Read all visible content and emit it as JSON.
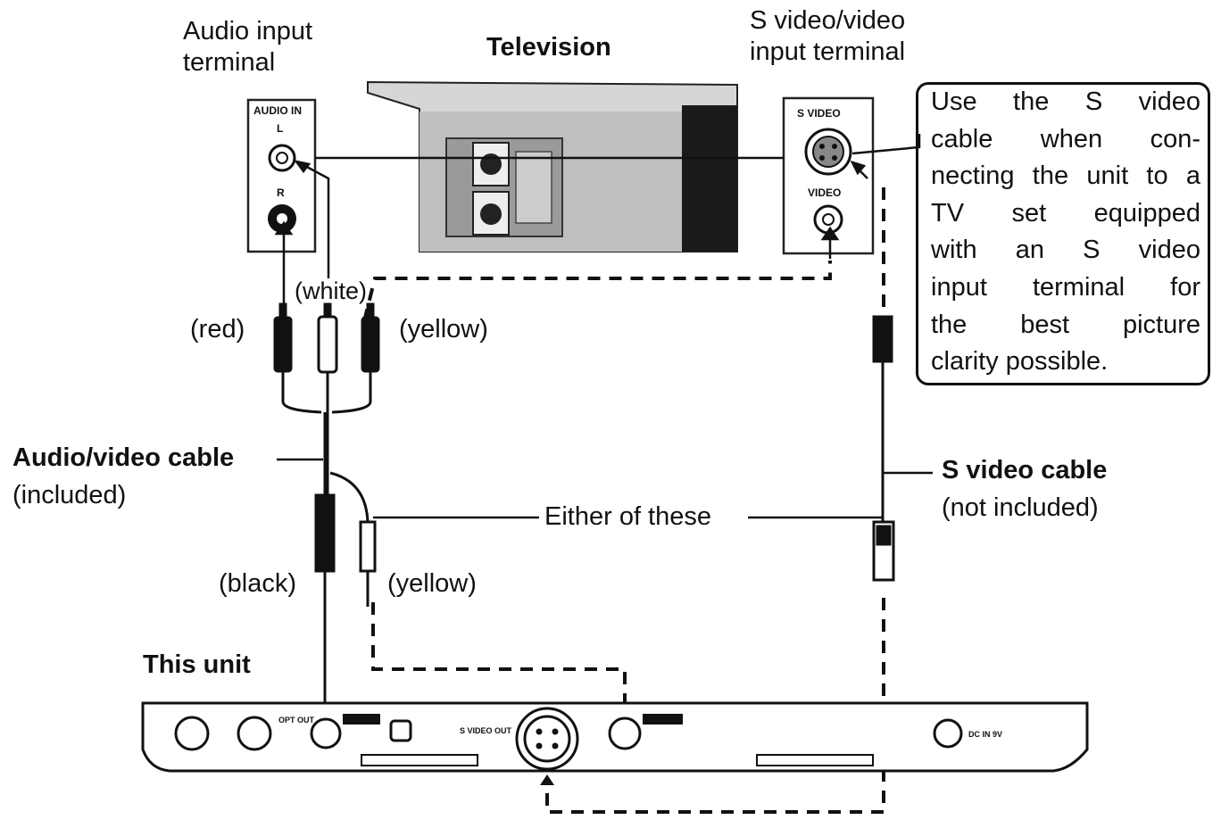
{
  "labels": {
    "audio_input_terminal_1": "Audio input",
    "audio_input_terminal_2": "terminal",
    "television": "Television",
    "svideo_terminal_1": "S video/video",
    "svideo_terminal_2": "input terminal",
    "white": "(white)",
    "red": "(red)",
    "yellow_top": "(yellow)",
    "av_cable": "Audio/video cable",
    "included": "(included)",
    "either": "Either of these",
    "svideo_cable": "S video cable",
    "not_included": "(not included)",
    "black": "(black)",
    "yellow_bottom": "(yellow)",
    "this_unit": "This unit"
  },
  "panel_text": {
    "audio_in": "AUDIO IN",
    "l": "L",
    "r": "R",
    "s_video": "S VIDEO",
    "video": "VIDEO",
    "opt_out": "OPT OUT",
    "s_video_out": "S VIDEO OUT",
    "dc_in": "DC IN 9V"
  },
  "note_lines": [
    "Use the S video",
    "cable when con-",
    "necting the unit to a",
    "TV set equipped",
    "with an S video",
    "input terminal for",
    "the best picture",
    "clarity possible."
  ]
}
